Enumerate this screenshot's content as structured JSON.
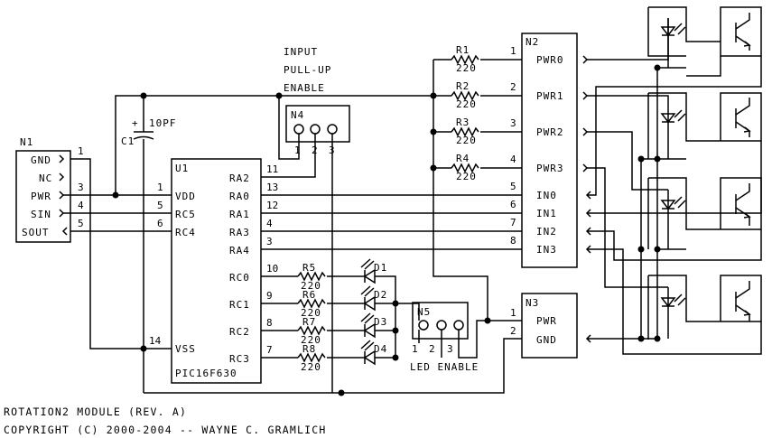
{
  "title_line1": "ROTATION2 MODULE (REV. A)",
  "title_line2": "COPYRIGHT (C) 2000-2004 -- WAYNE C. GRAMLICH",
  "note": [
    "INPUT",
    "PULL-UP",
    "ENABLE"
  ],
  "n1": {
    "ref": "N1",
    "pins": [
      {
        "num": "1",
        "label": "GND"
      },
      {
        "num": "",
        "label": "NC"
      },
      {
        "num": "3",
        "label": "PWR"
      },
      {
        "num": "4",
        "label": "SIN"
      },
      {
        "num": "5",
        "label": "SOUT"
      }
    ]
  },
  "c1": {
    "ref": "C1",
    "value": "10PF",
    "plus": "+"
  },
  "u1": {
    "ref": "U1",
    "part": "PIC16F630",
    "left_pins": [
      {
        "num": "1",
        "label": "VDD"
      },
      {
        "num": "5",
        "label": "RC5"
      },
      {
        "num": "6",
        "label": "RC4"
      },
      {
        "num": "14",
        "label": "VSS"
      }
    ],
    "right_pins": [
      {
        "num": "11",
        "label": "RA2"
      },
      {
        "num": "13",
        "label": "RA0"
      },
      {
        "num": "12",
        "label": "RA1"
      },
      {
        "num": "4",
        "label": "RA3"
      },
      {
        "num": "3",
        "label": "RA4"
      },
      {
        "num": "10",
        "label": "RC0"
      },
      {
        "num": "9",
        "label": "RC1"
      },
      {
        "num": "8",
        "label": "RC2"
      },
      {
        "num": "7",
        "label": "RC3"
      }
    ]
  },
  "n4": {
    "ref": "N4",
    "pins": [
      "1",
      "2",
      "3"
    ]
  },
  "n5": {
    "ref": "N5",
    "pins": [
      "1",
      "2",
      "3"
    ],
    "label": "LED ENABLE"
  },
  "resistors_top": [
    {
      "ref": "R1",
      "value": "220"
    },
    {
      "ref": "R2",
      "value": "220"
    },
    {
      "ref": "R3",
      "value": "220"
    },
    {
      "ref": "R4",
      "value": "220"
    }
  ],
  "resistors_led": [
    {
      "ref": "R5",
      "value": "220"
    },
    {
      "ref": "R6",
      "value": "220"
    },
    {
      "ref": "R7",
      "value": "220"
    },
    {
      "ref": "R8",
      "value": "220"
    }
  ],
  "diodes": [
    "D1",
    "D2",
    "D3",
    "D4"
  ],
  "n2": {
    "ref": "N2",
    "pins": [
      {
        "num": "1",
        "label": "PWR0"
      },
      {
        "num": "2",
        "label": "PWR1"
      },
      {
        "num": "3",
        "label": "PWR2"
      },
      {
        "num": "4",
        "label": "PWR3"
      },
      {
        "num": "5",
        "label": "IN0"
      },
      {
        "num": "6",
        "label": "IN1"
      },
      {
        "num": "7",
        "label": "IN2"
      },
      {
        "num": "8",
        "label": "IN3"
      }
    ]
  },
  "n3": {
    "ref": "N3",
    "pins": [
      {
        "num": "1",
        "label": "PWR"
      },
      {
        "num": "2",
        "label": "GND"
      }
    ]
  }
}
